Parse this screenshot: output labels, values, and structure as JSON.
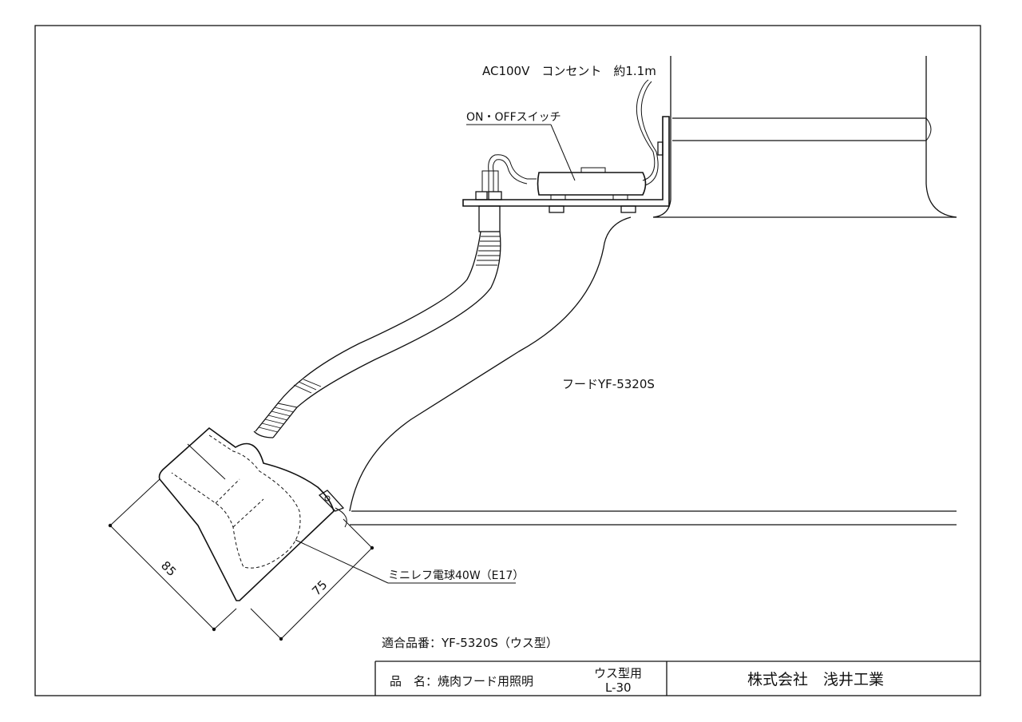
{
  "labels": {
    "power": "AC100V　コンセント　約1.1m",
    "switch": "ON・OFFスイッチ",
    "hood": "フードYF-5320S",
    "bulb": "ミニレフ電球40W（E17）",
    "dim_width": "85",
    "dim_depth": "75",
    "compatible": "適合品番：YF-5320S（ウス型）"
  },
  "title_block": {
    "product_label": "品　名：焼肉フード用照明",
    "type_line1": "ウス型用",
    "type_line2": "L-30",
    "company": "株式会社　浅井工業"
  }
}
